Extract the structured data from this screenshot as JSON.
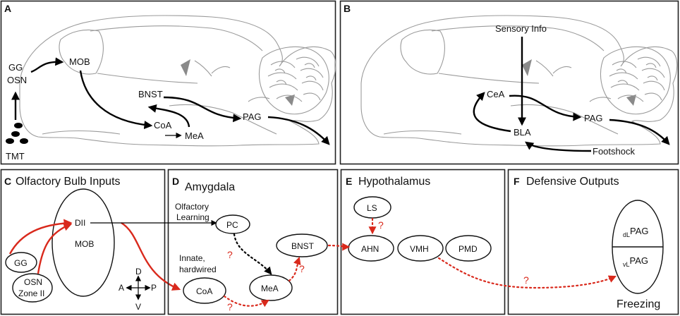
{
  "panels": {
    "A": {
      "letter": "A",
      "labels": {
        "gg": "GG",
        "osn": "OSN",
        "tmt": "TMT",
        "mob": "MOB",
        "bnst": "BNST",
        "coa": "CoA",
        "mea": "MeA",
        "pag": "PAG"
      }
    },
    "B": {
      "letter": "B",
      "labels": {
        "sensory": "Sensory Info",
        "cea": "CeA",
        "bla": "BLA",
        "pag": "PAG",
        "footshock": "Footshock"
      }
    },
    "C": {
      "letter": "C",
      "title": "Olfactory Bulb Inputs",
      "labels": {
        "dii": "DII",
        "mob": "MOB",
        "gg": "GG",
        "osn": "OSN",
        "zone": "Zone II",
        "d": "D",
        "v": "V",
        "a": "A",
        "p": "P"
      }
    },
    "D": {
      "letter": "D",
      "title": "Amygdala",
      "labels": {
        "olfactory": "Olfactory",
        "learning": "Learning",
        "pc": "PC",
        "innate": "Innate,",
        "hardwired": "hardwired",
        "bnst": "BNST",
        "coa": "CoA",
        "mea": "MeA"
      }
    },
    "E": {
      "letter": "E",
      "title": "Hypothalamus",
      "labels": {
        "ls": "LS",
        "ahn": "AHN",
        "vmh": "VMH",
        "pmd": "PMD"
      }
    },
    "F": {
      "letter": "F",
      "title": "Defensive Outputs",
      "labels": {
        "pag": "PAG",
        "dl": "dL",
        "vl": "vL",
        "freezing": "Freezing"
      }
    }
  },
  "question_mark": "?",
  "colors": {
    "excitatory_path": "#d9291c",
    "arrow": "#000000",
    "brain_outline": "#9a9a9a",
    "border": "#222222"
  }
}
